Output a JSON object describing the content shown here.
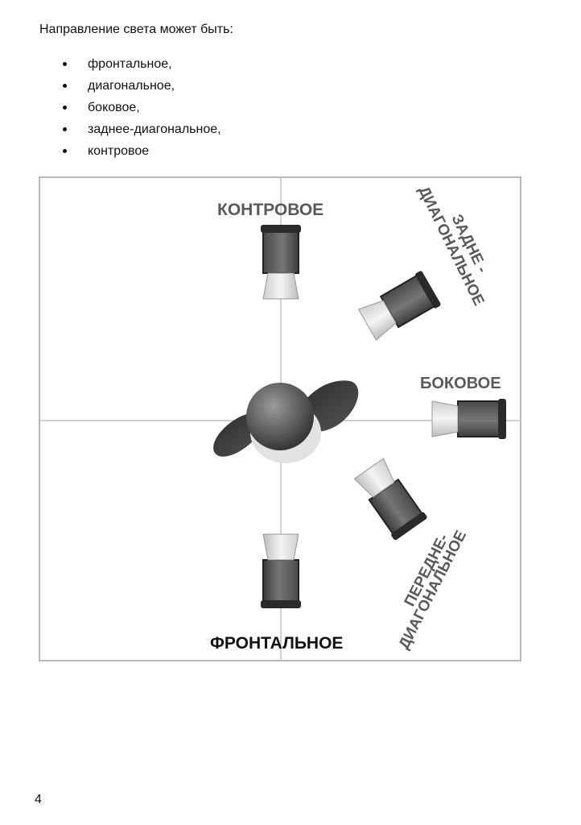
{
  "heading": "Направление света может быть:",
  "bullets": [
    "фронтальное,",
    "диагональное,",
    "боковое,",
    "заднее-диагональное,",
    "контровое"
  ],
  "diagram": {
    "labels": {
      "back": "КОНТРОВОЕ",
      "back_diagonal_1": "ЗАДНЕ -",
      "back_diagonal_2": "ДИАГОНАЛЬНОЕ",
      "side": "БОКОВОЕ",
      "front_diagonal_1": "ПЕРЕДНЕ-",
      "front_diagonal_2": "ДИАГОНАЛЬНОЕ",
      "front": "ФРОНТАЛЬНОЕ"
    }
  },
  "page_number": "4"
}
